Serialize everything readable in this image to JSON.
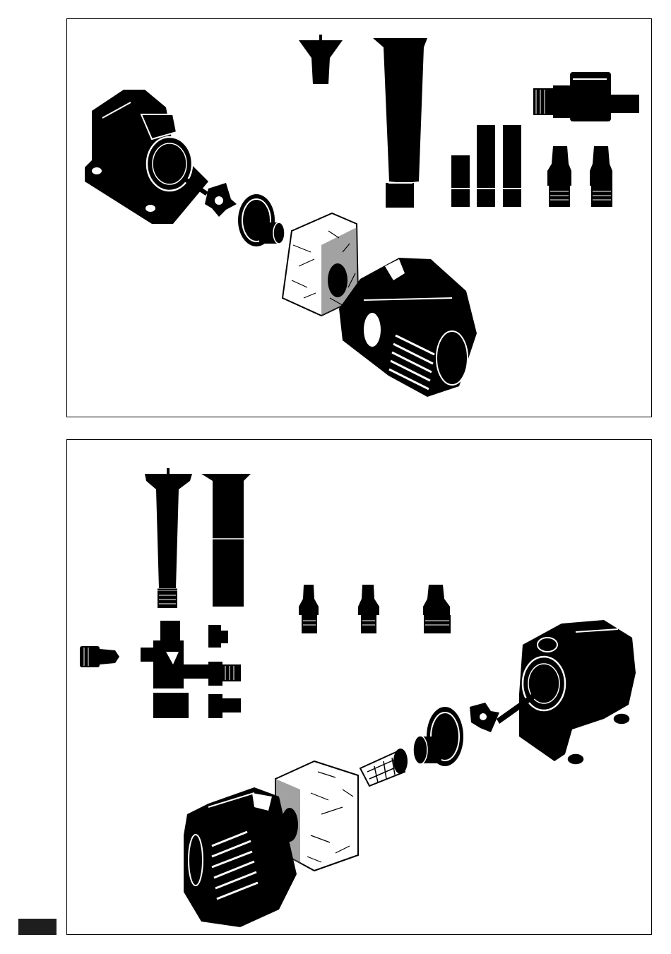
{
  "page": {
    "figure_top": {
      "parts": [
        "pump-body",
        "impeller",
        "pump-cover",
        "filter-sponge",
        "filter-housing",
        "fountain-nozzle",
        "telescopic-tube",
        "extension-tubes",
        "flow-regulator",
        "hose-adapters"
      ]
    },
    "figure_bottom": {
      "parts": [
        "pump-body",
        "impeller",
        "pump-cover",
        "strainer-basket",
        "filter-sponge",
        "filter-housing",
        "fountain-nozzle",
        "telescopic-tube",
        "hose-adapters",
        "t-piece-distributor",
        "end-cap"
      ]
    },
    "colors": {
      "ink": "#000000",
      "paper": "#ffffff",
      "tab": "#1e1e1e"
    }
  }
}
